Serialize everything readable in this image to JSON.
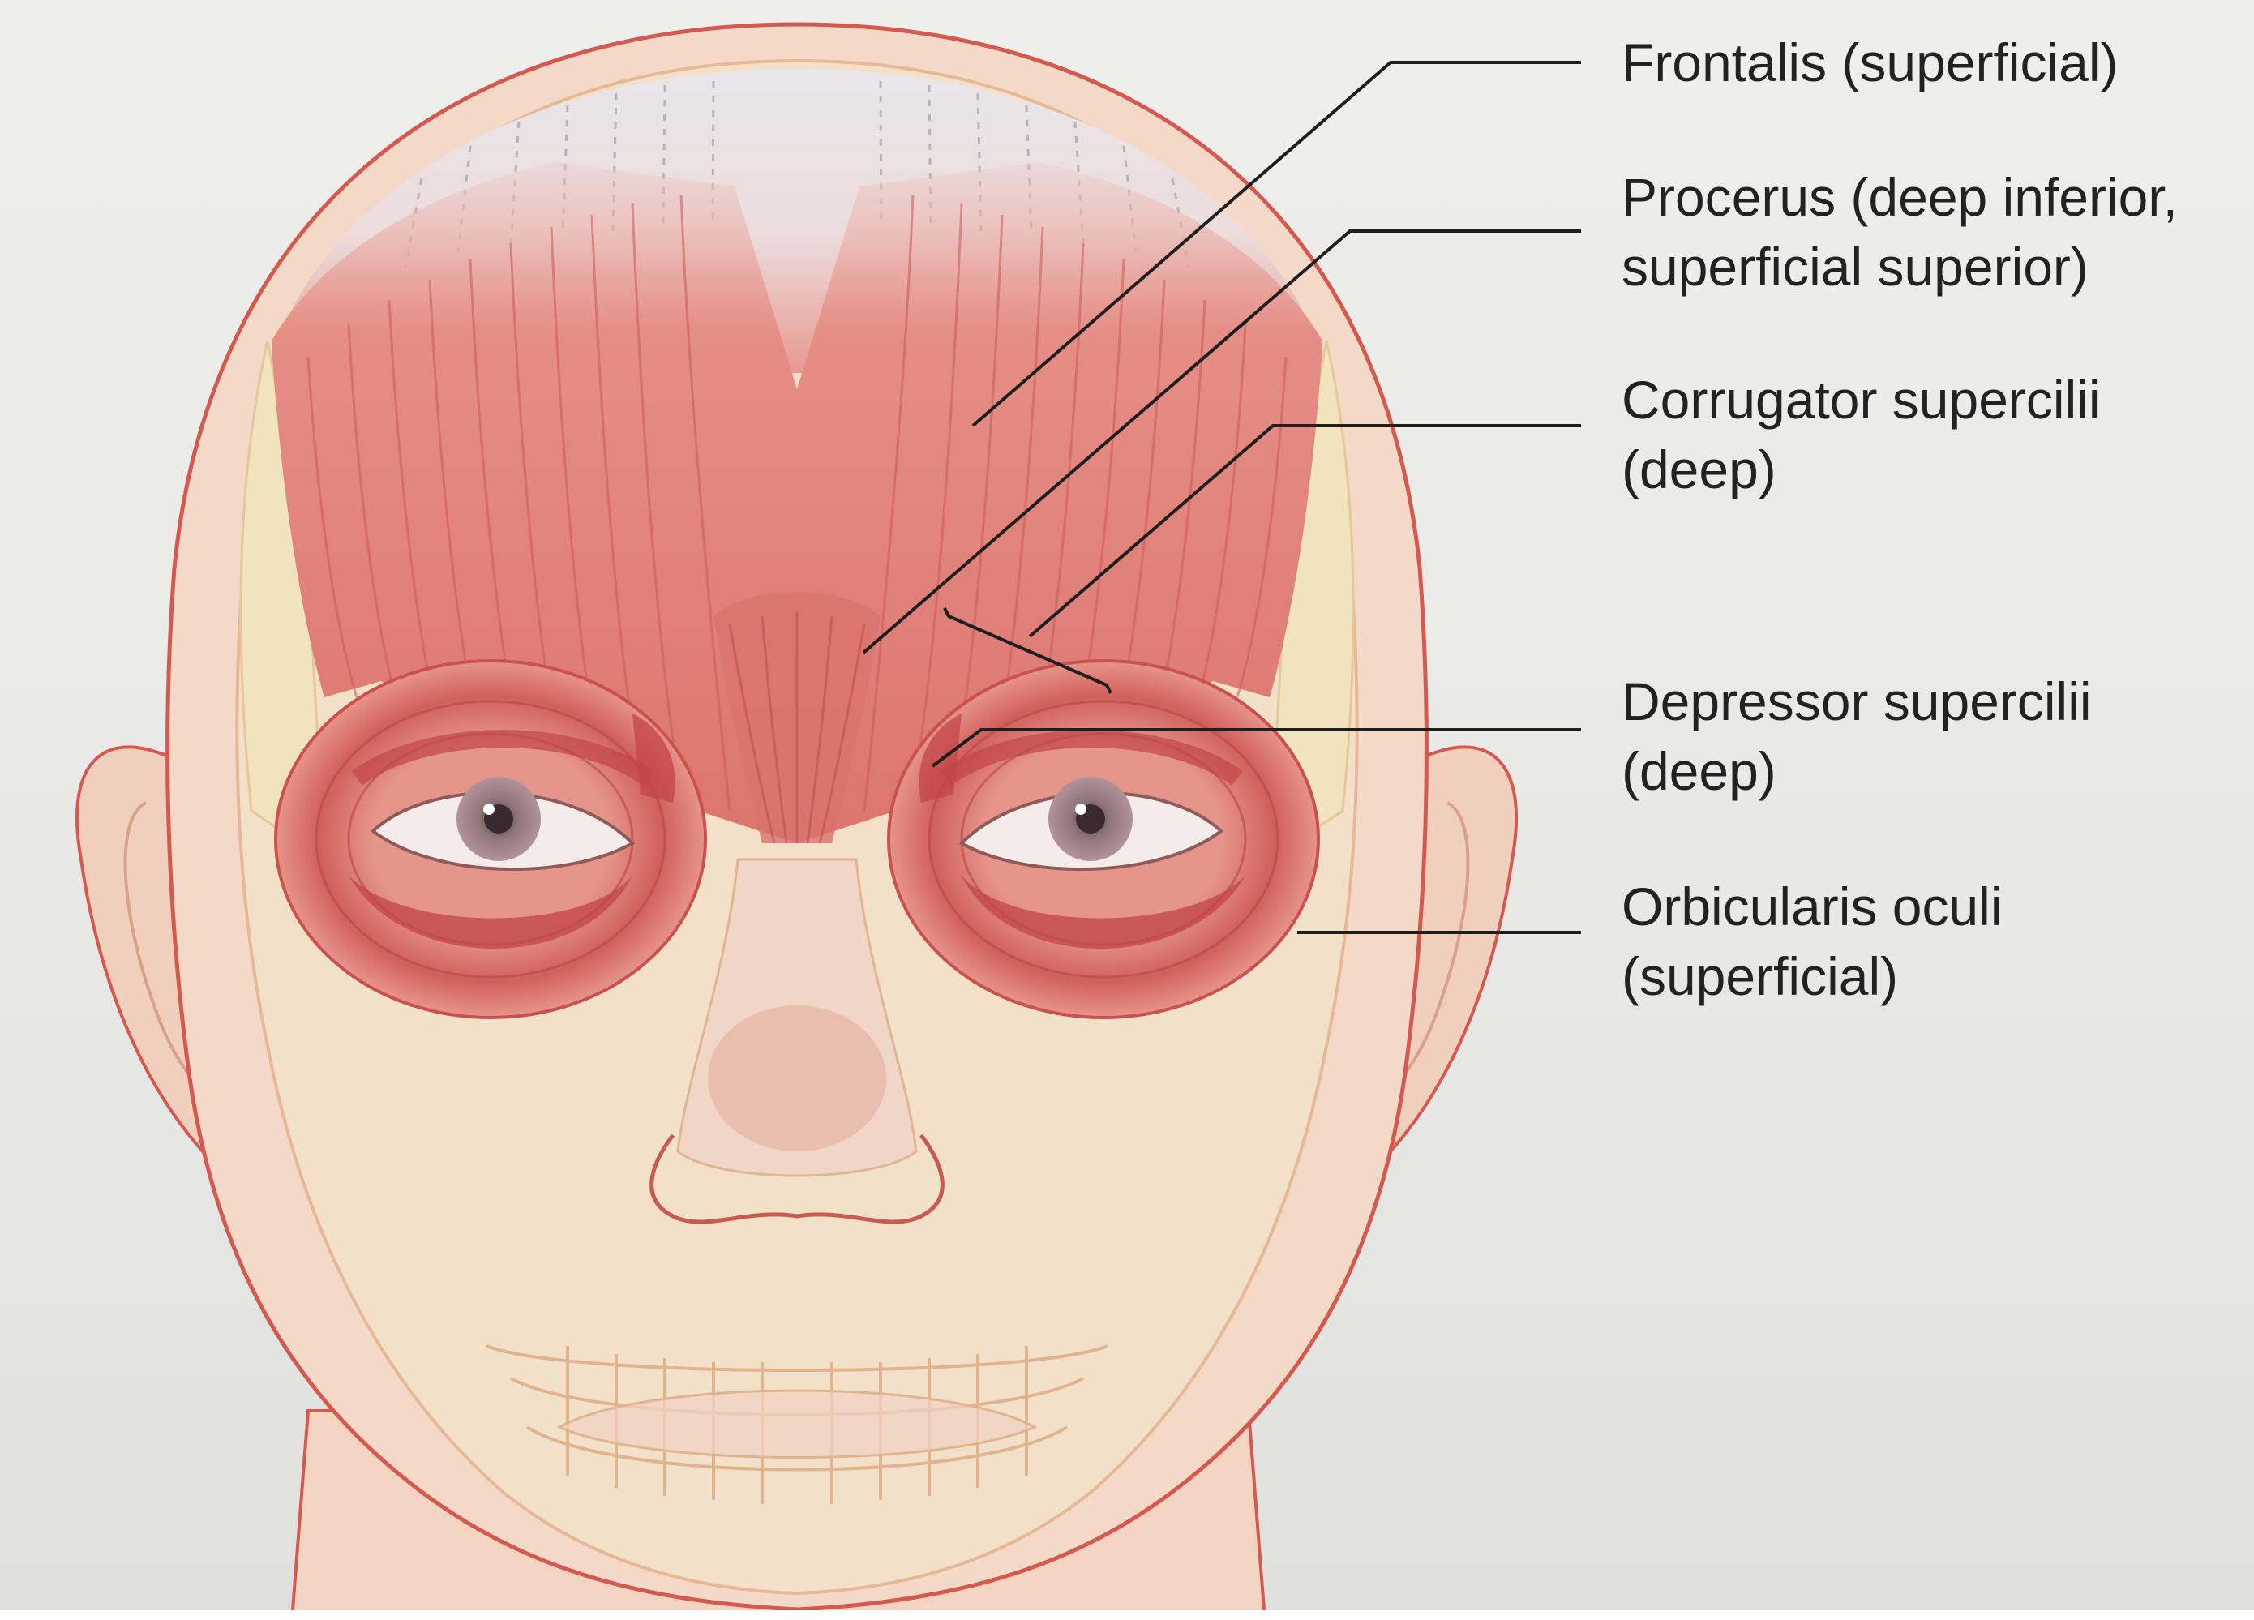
{
  "labels": {
    "frontalis": [
      "Frontalis (superficial)"
    ],
    "procerus": [
      "Procerus (deep inferior,",
      "superficial superior)"
    ],
    "corrugator": [
      "Corrugator supercilii",
      "(deep)"
    ],
    "depressor": [
      "Depressor supercilii",
      "(deep)"
    ],
    "orbicularis": [
      "Orbicularis oculi",
      "(superficial)"
    ]
  },
  "colors": {
    "muscle": "#d9665f",
    "muscle_dark": "#c0464a",
    "skin": "#f4d9c8",
    "bone": "#f2e4bf",
    "outline": "#d45a50",
    "leader": "#1e1e1e",
    "text": "#222222"
  }
}
